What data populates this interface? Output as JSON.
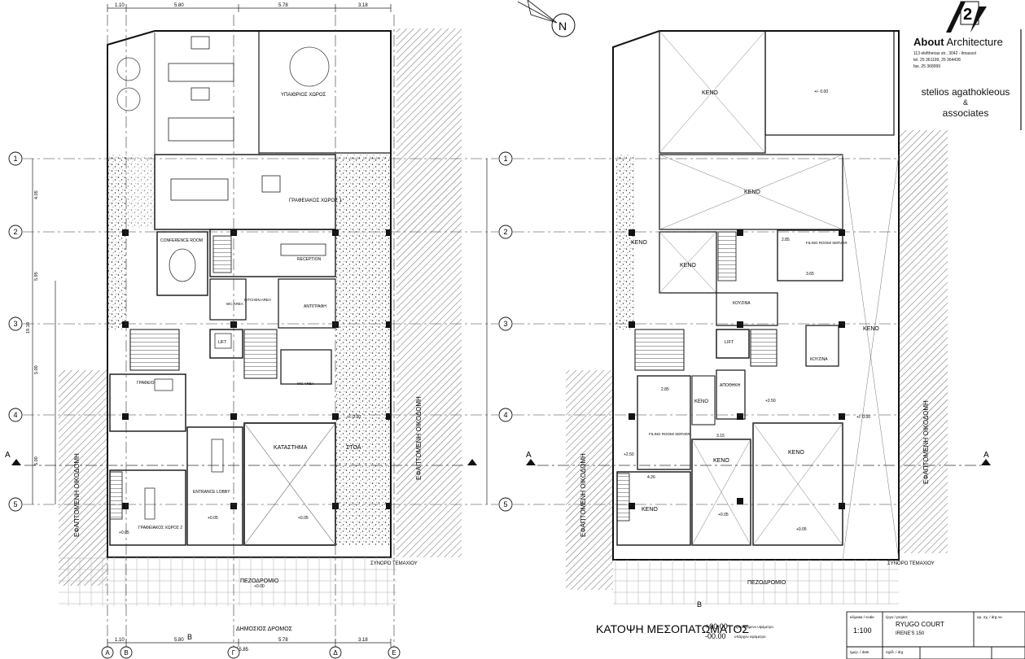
{
  "firm": {
    "logo_mark": "2",
    "name_bold": "About",
    "name_rest": "Architecture",
    "address_lines": [
      "113 eleftherias str., 3042 - limassol",
      "tel. 25 361199, 25 364438",
      "fax. 25 368999"
    ],
    "associates_line1": "stelios agathokleous",
    "associates_amp": "&",
    "associates_line2": "associates"
  },
  "north_label": "N",
  "drawing_title": "ΚΑΤΟΨΗ ΜΕΣΟΠΑΤΩΜΑΤΟΣ",
  "title_block": {
    "scale_label": "κλίμακα / scale",
    "scale_value": "1:100",
    "project_label": "έργο / project",
    "project_name": "RYUGO COURT",
    "project_sub": "IRENE'S 150",
    "date_label": "ημερ. / date",
    "drawing_label": "σχέδ. / drg",
    "change_label": "αρ. σχ. / drg no."
  },
  "levels_legend": [
    {
      "mark": "+00.00",
      "text": "προτεινόμενο υψόμετρο"
    },
    {
      "mark": "-00.00",
      "text": "υπάρχον υψόμετρο"
    }
  ],
  "grid_rows": [
    "1",
    "2",
    "3",
    "4",
    "5"
  ],
  "grid_cols_left": [
    "Α",
    "Β",
    "Γ",
    "Δ",
    "Ε"
  ],
  "left_plan": {
    "top_dims": [
      "1.10",
      "5.80",
      "5.78",
      "3.18"
    ],
    "bottom_dims": [
      "1.10",
      "5.80",
      "5.78",
      "3.18"
    ],
    "overall_dim": "15.85",
    "side_dims": [
      "4.05",
      "5.95",
      "5.00",
      "5.00"
    ],
    "side_total": "19.10",
    "rooms": [
      {
        "label": "ΥΠΑΙΘΡΙΟΣ ΧΩΡΟΣ"
      },
      {
        "label": "ΓΡΑΦΕΙΑΚΟΣ ΧΩΡΟΣ 1"
      },
      {
        "label": "CONFERENCE ROOM"
      },
      {
        "label": "RECEPTION"
      },
      {
        "label": "ΑΝΤΙΓΡΑΦΗ"
      },
      {
        "label": "ΓΡΑΦΕΙΟ"
      },
      {
        "label": "ΚΑΤΑΣΤΗΜΑ"
      },
      {
        "label": "ΣΤΟΑ"
      },
      {
        "label": "ENTRANCE LOBBY"
      },
      {
        "label": "ΓΡΑΦΕΙΑΚΟΣ ΧΩΡΟΣ 2"
      },
      {
        "label": "LIFT"
      },
      {
        "label": "WC AREA"
      },
      {
        "label": "KITCHEN AREA"
      },
      {
        "label": "ΠΕΖΟΔΡΟΜΙΟ"
      },
      {
        "label": "ΔΗΜΟΣΙΟΣ ΔΡΟΜΟΣ"
      },
      {
        "label": "ΣΥΝΟΡΟ ΤΕΜΑΧΙΟΥ"
      }
    ],
    "neighbour_left": "ΕΦΑΠΤΟΜΕΝΗ ΟΙΚΟΔΟΜΗ",
    "neighbour_right": "ΕΦΑΠΤΟΜΕΝΗ ΟΙΚΟΔΟΜΗ",
    "levels": [
      "+0.05",
      "+0.05",
      "+0.05",
      "+0.00",
      "+/- 0.00"
    ],
    "section_mark": "Α",
    "section_mark_b": "Β"
  },
  "right_plan": {
    "rooms": [
      {
        "label": "ΚΕΝΟ"
      },
      {
        "label": "FILING ROOM/ SERVER"
      },
      {
        "label": "ΚΟΥΖΙΝΑ"
      },
      {
        "label": "LIFT"
      },
      {
        "label": "ΑΠΟΘΗΚΗ"
      },
      {
        "label": "ΠΕΖΟΔΡΟΜΙΟ"
      },
      {
        "label": "ΣΥΝΟΡΟ ΤΕΜΑΧΙΟΥ"
      }
    ],
    "neighbour_left": "ΕΦΑΠΤΟΜΕΝΗ ΟΙΚΟΔΟΜΗ",
    "neighbour_right": "ΕΦΑΠΤΟΜΕΝΗ ΟΙΚΟΔΟΜΗ",
    "levels": [
      "+2.50",
      "+2.50",
      "+0.05",
      "+0.05",
      "+/- 0.00",
      "+/- 0.00"
    ],
    "dims": [
      "2.85",
      "3.65",
      "3.15",
      "4.26",
      "2.85"
    ],
    "section_mark": "Α",
    "section_mark_b": "Β"
  }
}
